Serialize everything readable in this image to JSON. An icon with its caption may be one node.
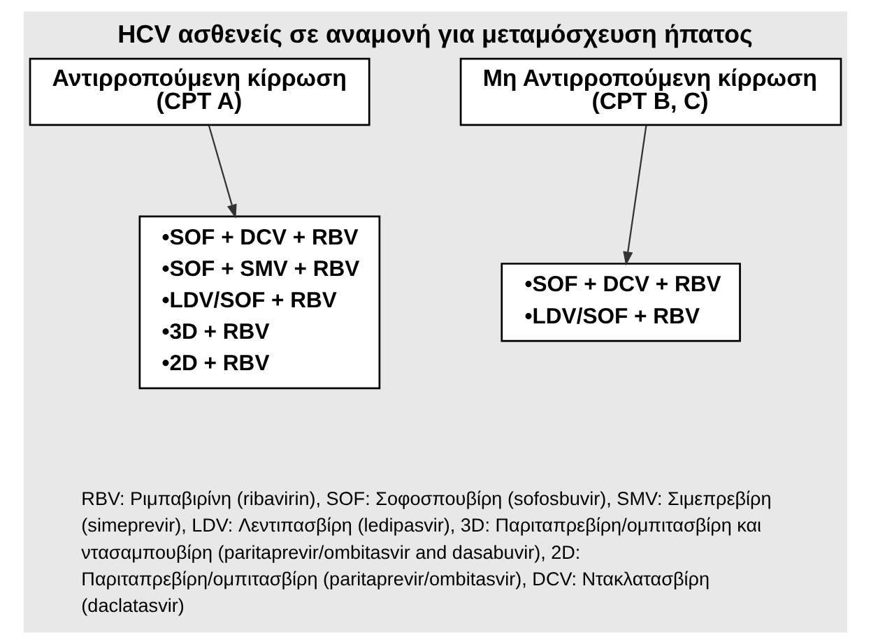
{
  "diagram": {
    "title": "HCV ασθενείς σε αναμονή για μεταμόσχευση ήπατος",
    "caption": "RBV: Ριμπαβιρίνη (ribavirin), SOF: Σοφοσπουβίρη (sofosbuvir), SMV: Σιμεπρεβίρη (simeprevir), LDV: Λεντιπασβίρη (ledipasvir), 3D: Παριταπρεβίρη/ομπιτασβίρη και ντασαμπουβίρη (paritaprevir/ombitasvir and dasabuvir), 2D: Παριταπρεβίρη/ομπιτασβίρη (paritaprevir/ombitasvir), DCV: Ντακλατασβίρη (daclatasvir)",
    "nodes": [
      {
        "text": [
          "Αντιρροπούμενη κίρρωση (CPT A)"
        ]
      },
      {
        "text": [
          "•SOF + DCV + RBV",
          "•SOF + SMV + RBV",
          "•LDV/SOF + RBV",
          "•3D + RBV",
          "•2D + RBV"
        ]
      },
      {
        "text": [
          "Μη Αντιρροπούμενη κίρρωση (CPT B, C)"
        ]
      },
      {
        "text": [
          "•SOF + DCV + RBV",
          "•LDV/SOF + RBV"
        ]
      }
    ],
    "edges": [
      {
        "from": 0,
        "to": 1,
        "arrow": "to"
      },
      {
        "from": 2,
        "to": 3,
        "arrow": "to"
      }
    ]
  }
}
